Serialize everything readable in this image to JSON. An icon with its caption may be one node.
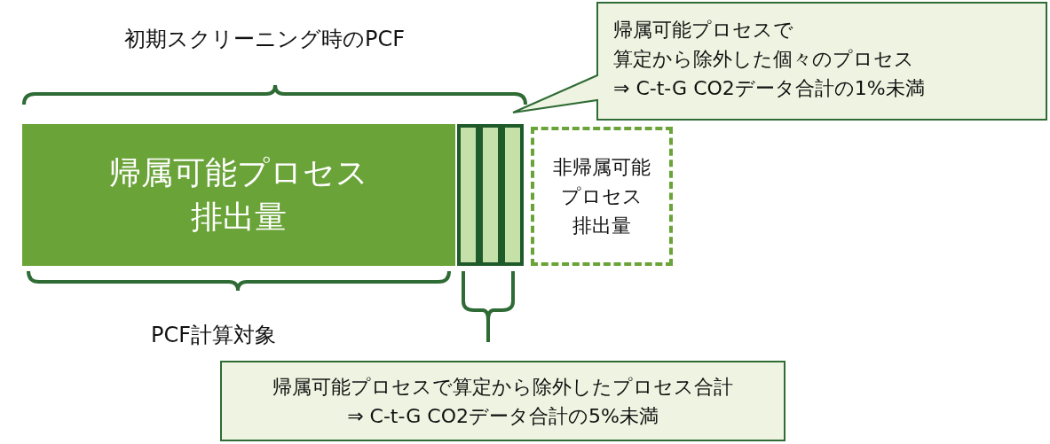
{
  "diagram": {
    "nodes": [
      {
        "text": [
          "帰属可能プロセス排出量"
        ]
      },
      {
        "text": [],
        "shape": "bar"
      },
      {
        "text": [],
        "shape": "bar"
      },
      {
        "text": [],
        "shape": "bar"
      },
      {
        "text": [
          "非帰属可能",
          "プロセス",
          "排出量"
        ]
      },
      {
        "text": [
          "帰属可能プロセスで",
          "算定から除外した個々のプロセス",
          "⇒  C-t-G CO2データ合計の1%未満"
        ]
      },
      {
        "text": [
          "帰属可能プロセスで算定から除外したプロセス合計",
          "⇒ C-t-G CO2データ合計の5%未満"
        ]
      }
    ],
    "labels": [
      "初期スクリーニング時のPCF",
      "PCF計算対象"
    ]
  }
}
